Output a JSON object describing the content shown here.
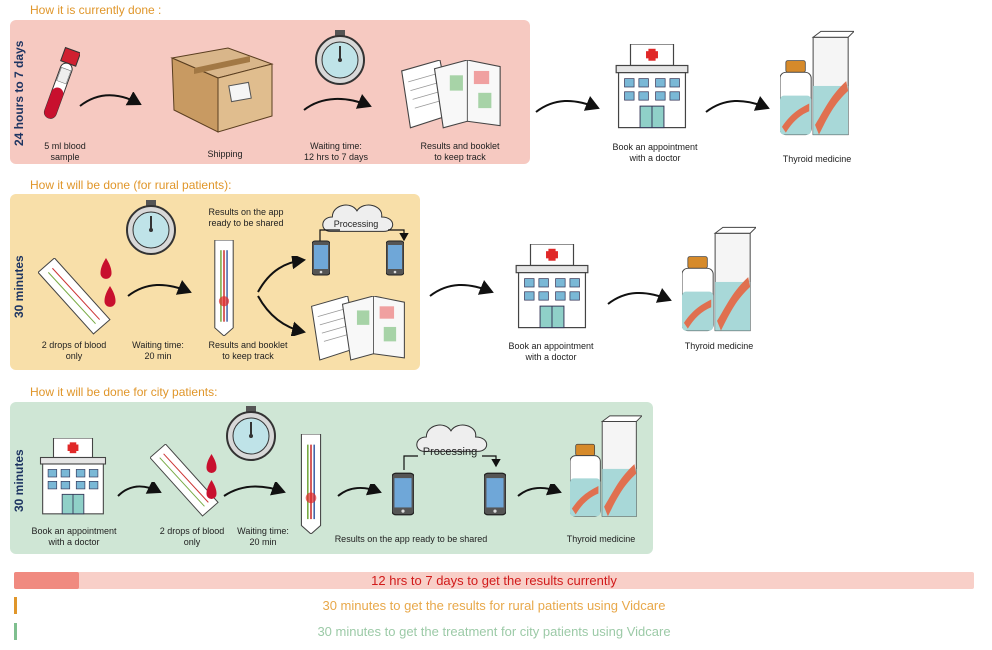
{
  "sections": {
    "current": {
      "title": "How it is currently done :",
      "duration": "24 hours to 7 days",
      "steps": {
        "blood": "5 ml blood\nsample",
        "shipping": "Shipping",
        "waiting": "Waiting time:\n12 hrs to 7 days",
        "results": "Results and booklet\nto keep track",
        "doctor": "Book an appointment\nwith a doctor",
        "medicine": "Thyroid medicine"
      }
    },
    "rural": {
      "title": "How it will be done (for rural patients):",
      "duration": "30 minutes",
      "steps": {
        "drops": "2 drops of blood\nonly",
        "waiting": "Waiting time:\n20 min",
        "app_results": "Results on the app\nready to be shared",
        "processing": "Processing",
        "booklet": "Results and booklet\nto keep track",
        "doctor": "Book an appointment\nwith a doctor",
        "medicine": "Thyroid medicine"
      }
    },
    "city": {
      "title": "How it will be done for city patients:",
      "duration": "30 minutes",
      "steps": {
        "doctor": "Book an appointment\nwith a doctor",
        "drops": "2 drops of blood\nonly",
        "waiting": "Waiting time:\n20 min",
        "processing": "Processing",
        "app_results": "Results on the app ready to be shared",
        "medicine": "Thyroid medicine"
      }
    }
  },
  "comparison": {
    "current": {
      "text": "12 hrs to 7 days to get the results currently",
      "fraction": 0.068,
      "color": "#f08a80",
      "track": "#f8cfc8",
      "text_color": "#d11a1a"
    },
    "rural": {
      "text": "30 minutes to get the results for rural patients using Vidcare",
      "fraction": 0.003,
      "color": "#e0962a",
      "text_color": "#e8a84a"
    },
    "city": {
      "text": "30 minutes to get the treatment for city patients using Vidcare",
      "fraction": 0.003,
      "color": "#7fbf8f",
      "text_color": "#9ccaa7"
    }
  },
  "colors": {
    "accent_orange": "#e0962a",
    "panel_current": "#f6c9c1",
    "panel_rural": "#f8dfa9",
    "panel_city": "#cfe6d5",
    "label_navy": "#1d3461"
  },
  "icons": [
    "blood-tube-icon",
    "box-icon",
    "stopwatch-icon",
    "booklet-icon",
    "hospital-icon",
    "medicine-icon",
    "test-strip-icon",
    "blood-drop-icon",
    "phone-icon",
    "cloud-icon",
    "arrow-icon"
  ]
}
